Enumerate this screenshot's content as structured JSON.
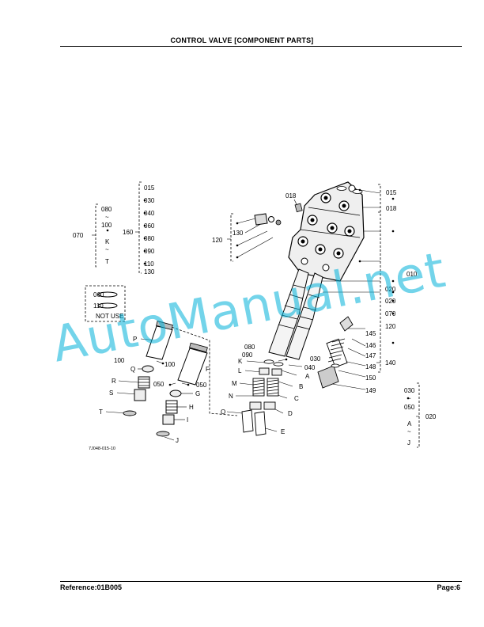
{
  "header": {
    "title": "CONTROL VALVE [COMPONENT PARTS]"
  },
  "footer": {
    "reference": "Reference:01B005",
    "page": "Page:6"
  },
  "watermark": "AutoManual.net",
  "diagram": {
    "figure_code": "7J048-015-10",
    "callouts": {
      "l015": "015",
      "l018": "018",
      "l010": "010",
      "l020": "020",
      "l070": "070",
      "l120": "120",
      "l130": "130",
      "l140": "140",
      "l160": "160",
      "l145": "145",
      "l146": "146",
      "l147": "147",
      "l148": "148",
      "l149": "149",
      "l150": "150",
      "l080": "080",
      "l090": "090",
      "l030": "030",
      "l040": "040",
      "l100a": "100",
      "l100b": "100",
      "l050a": "050",
      "l050b": "050",
      "l060": "060",
      "l110": "110"
    },
    "group_160": [
      "015",
      "030",
      "040",
      "060",
      "080",
      "090",
      "110",
      "130"
    ],
    "group_070": [
      "080",
      "~",
      "100",
      "K",
      "~",
      "T"
    ],
    "group_010": [
      "020",
      "070",
      "120"
    ],
    "group_020": [
      "030",
      "~",
      "050",
      "A",
      "~",
      "J"
    ],
    "not_use": {
      "items": [
        "060",
        "110"
      ],
      "label": "NOT USE"
    },
    "letters": {
      "A": "A",
      "B": "B",
      "C": "C",
      "D": "D",
      "E": "E",
      "F": "F",
      "G": "G",
      "H": "H",
      "I": "I",
      "J": "J",
      "K": "K",
      "L": "L",
      "M": "M",
      "N": "N",
      "O": "O",
      "P": "P",
      "Q": "Q",
      "R": "R",
      "S": "S",
      "T": "T"
    }
  }
}
